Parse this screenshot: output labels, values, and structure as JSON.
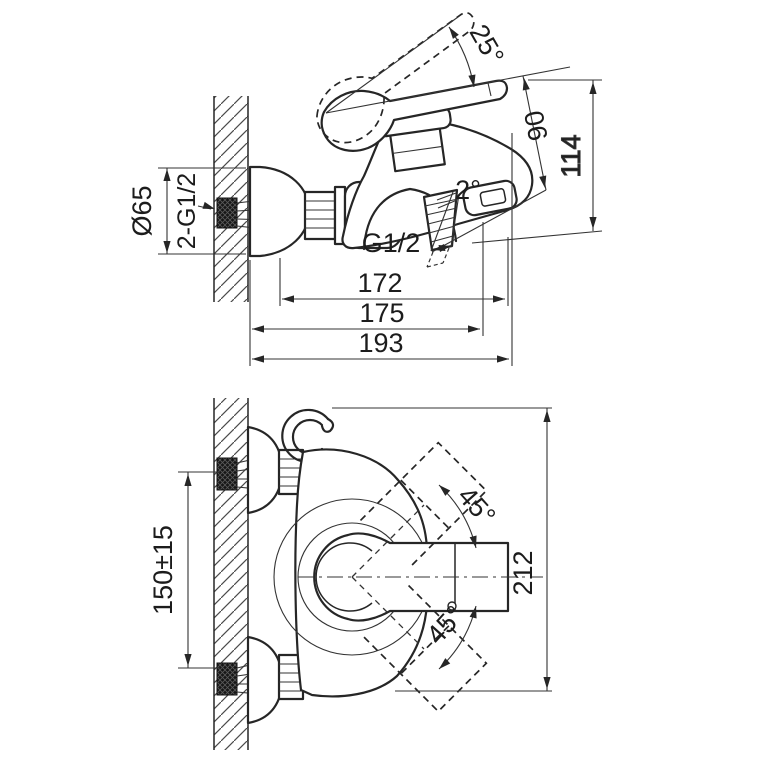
{
  "drawing": {
    "labels": {
      "handle_open_angle": "25°",
      "body_depth": "90",
      "height_to_outlet": "114",
      "escutcheon_diameter": "Ø65",
      "wall_connection_thread": "2-G1/2",
      "outlet_taper_angle": "2°",
      "outlet_thread": "G1/2",
      "depth_outlet": "172",
      "depth_body": "175",
      "depth_total": "193",
      "handle_swing_upper": "45°",
      "handle_swing_lower": "45°",
      "inlet_spacing": "150±15",
      "width_total": "212"
    },
    "colors": {
      "line": "#262626",
      "background": "#ffffff",
      "anchor_fill": "#161616"
    }
  }
}
